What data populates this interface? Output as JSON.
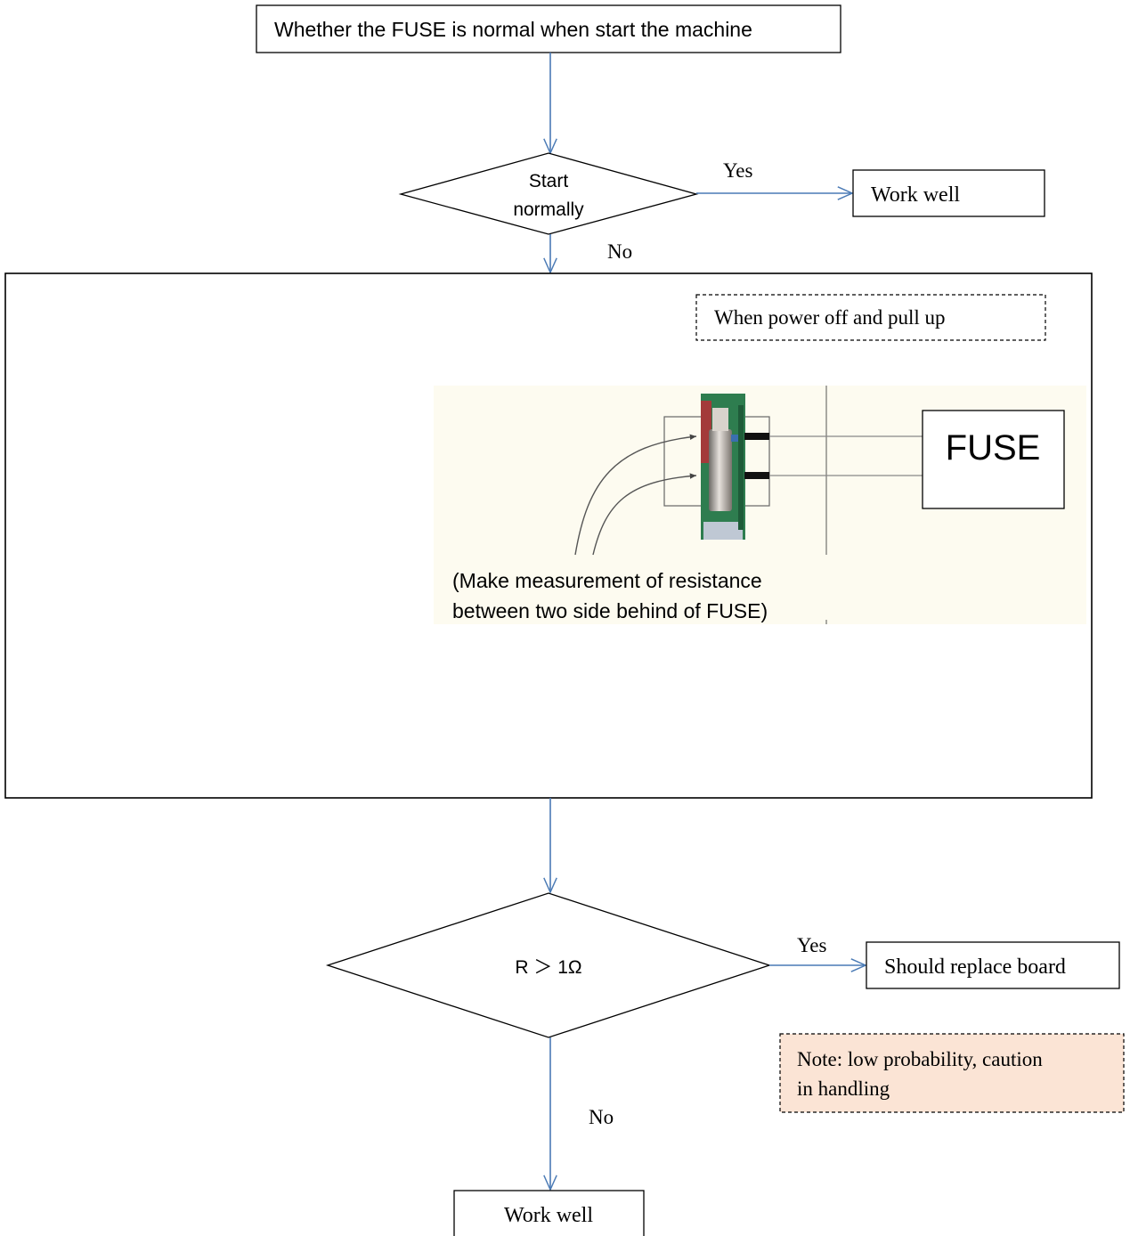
{
  "title_box": "Whether the FUSE is normal when start the machine",
  "decision1": {
    "line1": "Start",
    "line2": "normally"
  },
  "decision1_yes": "Yes",
  "decision1_no": "No",
  "work_well_top": "Work well",
  "power_off_note": "When power off and  pull up",
  "fuse_label": "FUSE",
  "measure_note": {
    "line1": "(Make measurement of resistance",
    "line2": "between two side behind of FUSE)"
  },
  "decision2": "R ＞ 1Ω",
  "decision2_yes": "Yes",
  "decision2_no": "No",
  "replace_board": "Should replace board",
  "caution_note": {
    "line1": "Note: low probability, caution",
    "line2": "in handling"
  },
  "work_well_bottom": "Work well",
  "colors": {
    "connector": "#4a7ab5",
    "panel_bg": "#fdfbf0",
    "caution_bg": "#fbe4d5",
    "board_green": "#2e7d4f",
    "board_red": "#a33a3a"
  }
}
